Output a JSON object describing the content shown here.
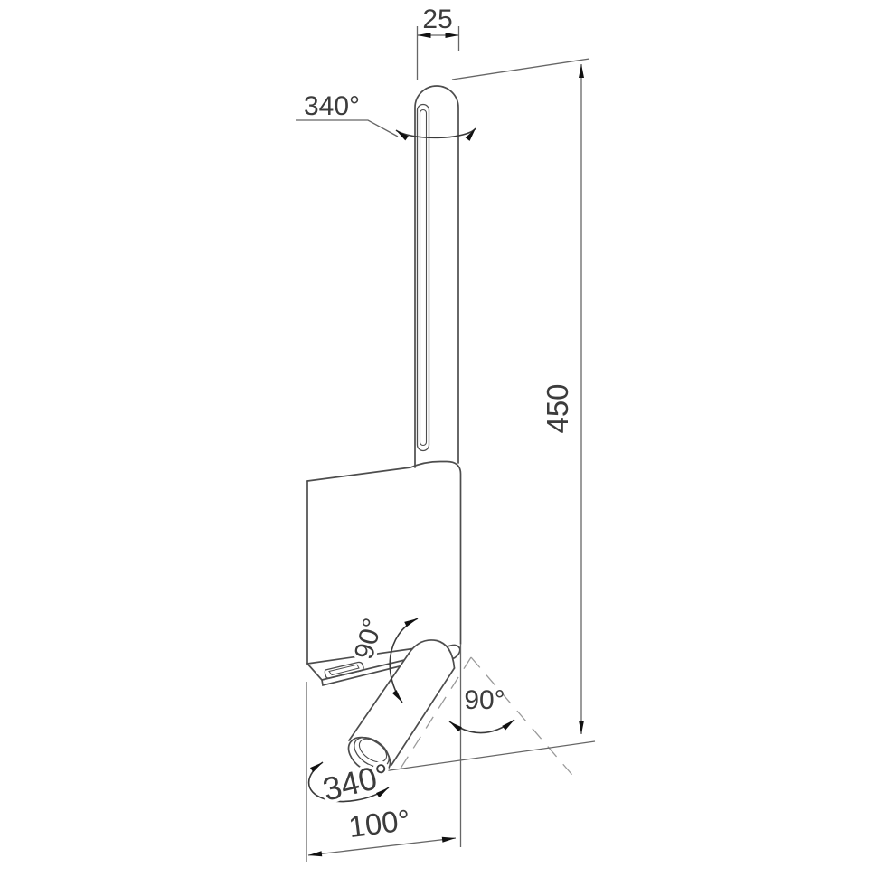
{
  "labels": {
    "tube_diameter": "25",
    "overall_height": "450",
    "base_width": "100°",
    "head_rotation": "340°",
    "spot_swing_vertical": "90°",
    "spot_swing_lateral": "90°",
    "spot_rotation": "340°"
  },
  "colors": {
    "background": "#ffffff",
    "object_line": "#4d4d4d",
    "dimension_line": "#666666",
    "arc_line": "#3a3a3a",
    "dashed_line": "#9a9a9a",
    "arrow": "#111111",
    "text": "#3c3c3c"
  }
}
